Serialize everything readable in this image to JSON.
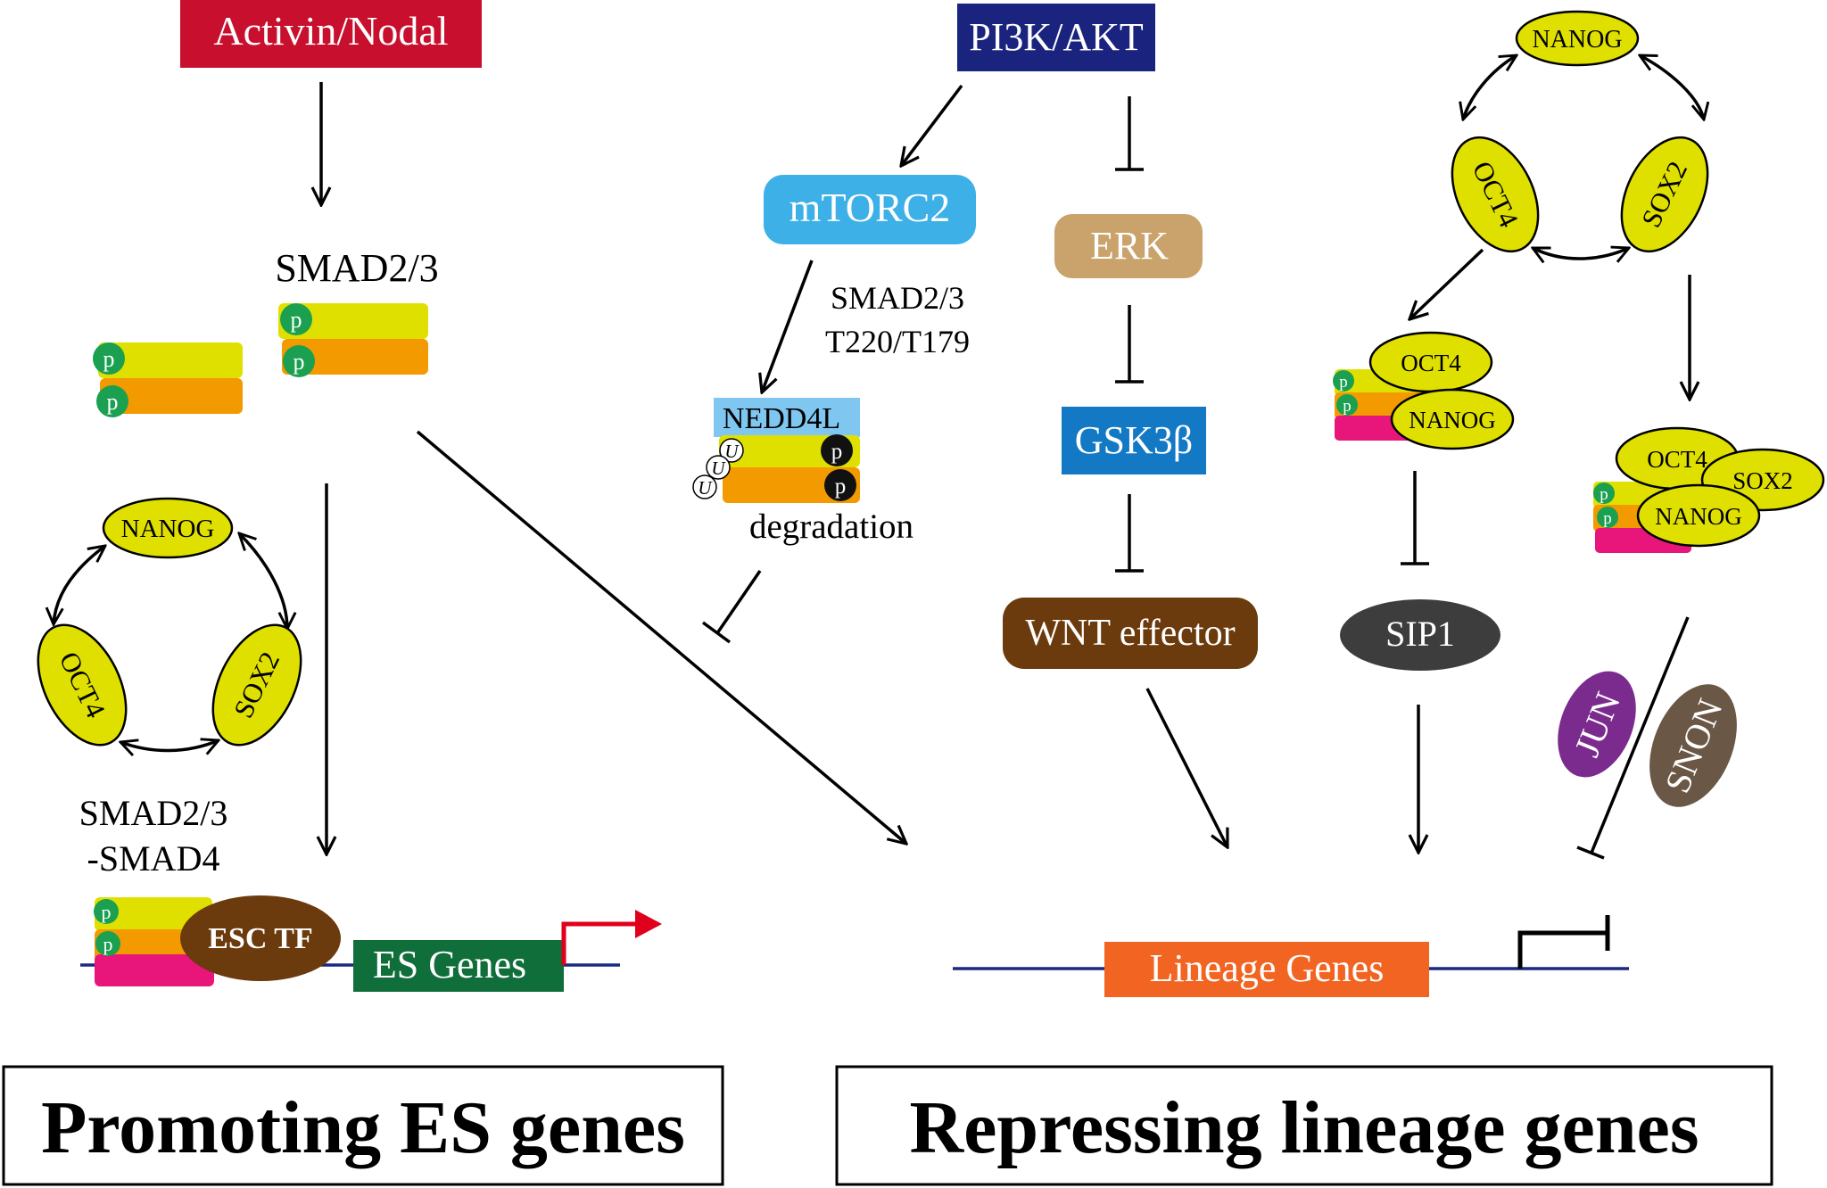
{
  "pathway": {
    "activin": "Activin/Nodal",
    "smad23": "SMAD2/3",
    "pi3k": "PI3K/AKT",
    "mtorc2": "mTORC2",
    "smad_sites": [
      "SMAD2/3",
      "T220/T179"
    ],
    "nedd4l": "NEDD4L",
    "degradation": "degradation",
    "erk": "ERK",
    "gsk3b": "GSK3β",
    "wnt": "WNT effector",
    "sip1": "SIP1",
    "jun": "JUN",
    "snon": "SNON",
    "smad_complex": [
      "SMAD2/3",
      "-SMAD4"
    ],
    "esc_tf": "ESC TF",
    "es_genes": "ES Genes",
    "lineage_genes": "Lineage Genes",
    "nanog": "NANOG",
    "oct4": "OCT4",
    "sox2": "SOX2",
    "p": "p",
    "u": "U"
  },
  "footer": {
    "left": "Promoting ES genes",
    "right": "Repressing lineage genes"
  },
  "colors": {
    "red": "#c8102e",
    "navy": "#1a237e",
    "skyblue": "#3db0e8",
    "tan": "#c9a36b",
    "blue": "#1479c4",
    "brown": "#6b3a0d",
    "darkgray": "#3d3d3d",
    "green": "#0f6e3a",
    "orange": "#f26422",
    "yellow": "#dfe000",
    "amber": "#f29a00",
    "pink": "#e8157a",
    "purple": "#7b2b8e",
    "graybrown": "#6a5746"
  }
}
